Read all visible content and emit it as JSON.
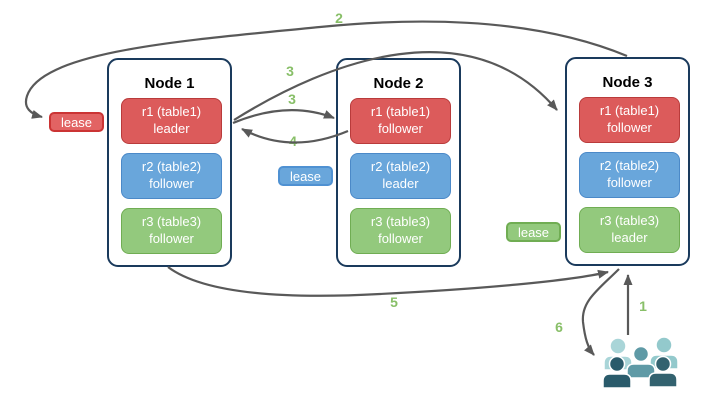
{
  "diagram": {
    "nodes": [
      {
        "title": "Node 1",
        "replicas": [
          {
            "name": "r1 (table1)",
            "role": "leader",
            "color": "red"
          },
          {
            "name": "r2 (table2)",
            "role": "follower",
            "color": "blue"
          },
          {
            "name": "r3 (table3)",
            "role": "follower",
            "color": "green"
          }
        ]
      },
      {
        "title": "Node 2",
        "replicas": [
          {
            "name": "r1 (table1)",
            "role": "follower",
            "color": "red"
          },
          {
            "name": "r2 (table2)",
            "role": "leader",
            "color": "blue"
          },
          {
            "name": "r3 (table3)",
            "role": "follower",
            "color": "green"
          }
        ]
      },
      {
        "title": "Node 3",
        "replicas": [
          {
            "name": "r1 (table1)",
            "role": "follower",
            "color": "red"
          },
          {
            "name": "r2 (table2)",
            "role": "follower",
            "color": "blue"
          },
          {
            "name": "r3 (table3)",
            "role": "leader",
            "color": "green"
          }
        ]
      }
    ],
    "leases": [
      {
        "label": "lease",
        "color": "red"
      },
      {
        "label": "lease",
        "color": "blue"
      },
      {
        "label": "lease",
        "color": "green"
      }
    ],
    "step_labels": {
      "s1": "1",
      "s2": "2",
      "s3a": "3",
      "s3b": "3",
      "s4": "4",
      "s5": "5",
      "s6": "6"
    },
    "icons": {
      "clients": "users-group-icon"
    },
    "colors": {
      "red_fill": "#dc5b5b",
      "red_border": "#b93b3b",
      "blue_fill": "#69a6db",
      "blue_border": "#4b89c8",
      "green_fill": "#93c97d",
      "green_border": "#70ad53",
      "node_border": "#1a3a5c",
      "arrow": "#595959",
      "step_label": "#88bf68",
      "people_light": "#a9d5d8",
      "people_light2": "#93c9cc",
      "people_mid": "#5f9aa6",
      "people_dark": "#2a5b6b",
      "people_dark2": "#33626f"
    }
  }
}
